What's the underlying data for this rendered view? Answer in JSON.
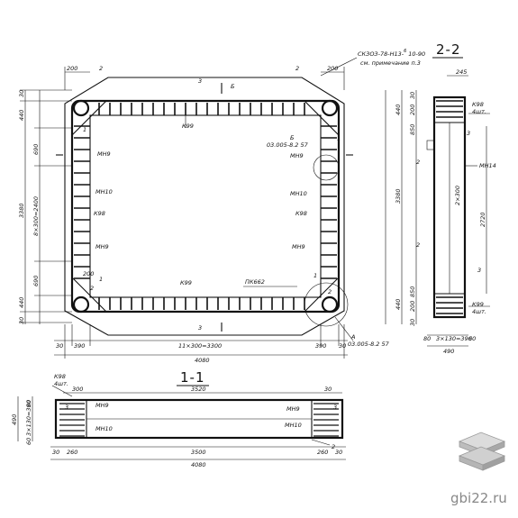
{
  "sheet": {
    "section_2_title": "2-2",
    "section_1_title": "1-1",
    "watermark": "gbi22.ru",
    "logo_icon": "stacked-slabs-logo"
  },
  "plan": {
    "top_200_left": "200",
    "top_2_left": "2",
    "top_3": "3",
    "top_2_right": "2",
    "top_200_right": "200",
    "note_line1": "СКЗОЗ-78-Н13-",
    "note_sup": "6",
    "note_tail": "10-90",
    "note_line2": "см. примечание п.3",
    "callout_b": "Б",
    "left_30_top": "30",
    "left_440_top": "440",
    "left_690_top": "690",
    "left_3380": "3380",
    "left_8x300": "8×300=2400",
    "left_690_bot": "690",
    "left_440_bot": "440",
    "left_30_bot": "30",
    "k99_top": "К99",
    "mark_1_top": "1",
    "mark_1_right_top": "1",
    "node_b": "Б",
    "node_b_ref": "03.005-8.2  57",
    "mn9_left_top": "МН9",
    "mn9_right_top": "МН9",
    "mn10_left": "МН10",
    "mn10_right": "МН10",
    "k98_left": "К98",
    "k98_right": "К98",
    "mn9_left_bot": "МН9",
    "mn9_right_bot": "МН9",
    "mark_1_left": "1",
    "mark_200_left": "200",
    "mark_2_left": "2",
    "mark_1_right": "1",
    "k99_bot": "К99",
    "pk662": "ПК662",
    "mark_2_right": "2",
    "mark_3_bottom": "3",
    "node_a": "А",
    "node_a_ref": "03.005-8.2  57",
    "bot_30_left": "30",
    "bot_390_left": "390",
    "bot_n300": "11×300=3300",
    "bot_390_right": "390",
    "bot_30_right": "30",
    "bot_total": "4080"
  },
  "section22": {
    "dim_245": "245",
    "k98": "К98",
    "k98_count": "4шт.",
    "dim_30_top": "30",
    "dim_200_top": "200",
    "dim_440_top": "440",
    "dim_850_top": "850",
    "mark_3": "3",
    "mark_2_top": "2",
    "mn14": "МН14",
    "total_3380": "3380",
    "dim_2_300": "2×300",
    "total_2720": "2720",
    "mark_2_bot": "2",
    "mark_3_bot": "3",
    "dim_850_bot": "850",
    "dim_440_bot": "440",
    "dim_200_bot": "200",
    "dim_30_bot": "30",
    "k99": "К99",
    "k99_count": "4шт.",
    "bot_80": "80",
    "bot_3x130": "3×130=390",
    "bot_60": "60",
    "bot_total": "490"
  },
  "section11": {
    "k98": "К98",
    "k98_count": "4шт.",
    "dim_300": "300",
    "dim_3520": "3520",
    "dim_30_top": "30",
    "mn9_left": "МН9",
    "mn9_right": "МН9",
    "mark_3_left": "3",
    "mark_3_right": "3",
    "mn10_left": "МН10",
    "mn10_right": "МН10",
    "left_80": "80",
    "left_490": "490",
    "left_3x130": "3×130=390",
    "left_60": "60",
    "mark_2_right": "2",
    "bot_30": "30",
    "bot_260": "260",
    "bot_3500": "3500",
    "bot_260_right": "260",
    "bot_30_right": "30",
    "bot_total": "4080"
  }
}
